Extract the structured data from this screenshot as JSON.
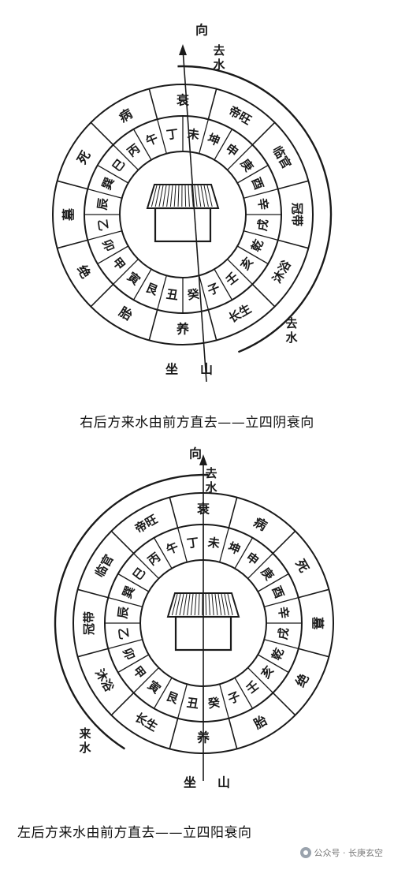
{
  "diagrams": [
    {
      "direction_label": "向",
      "exit_water_top": "去水",
      "exit_water_side": "去水",
      "sit_label": "坐",
      "mountain_label": "山",
      "outer_ring": [
        "衰",
        "帝旺",
        "临官",
        "冠带",
        "沐浴",
        "长生",
        "养",
        "胎",
        "绝",
        "墓",
        "死",
        "病"
      ],
      "inner_ring": [
        "丁",
        "未",
        "坤",
        "申",
        "庚",
        "酉",
        "辛",
        "戌",
        "乾",
        "亥",
        "壬",
        "子",
        "癸",
        "丑",
        "艮",
        "寅",
        "甲",
        "卯",
        "乙",
        "辰",
        "巽",
        "巳",
        "丙",
        "午"
      ],
      "caption": "右后方来水由前方直去——立四阴衰向"
    },
    {
      "direction_label": "向",
      "exit_water_top": "去水",
      "incoming_water_side": "来水",
      "sit_label": "坐",
      "mountain_label": "山",
      "outer_ring": [
        "衰",
        "病",
        "死",
        "墓",
        "绝",
        "胎",
        "养",
        "长生",
        "沐浴",
        "冠带",
        "临官",
        "帝旺"
      ],
      "inner_ring": [
        "丁",
        "未",
        "坤",
        "申",
        "庚",
        "酉",
        "辛",
        "戌",
        "乾",
        "亥",
        "壬",
        "子",
        "癸",
        "丑",
        "艮",
        "寅",
        "甲",
        "卯",
        "乙",
        "辰",
        "巽",
        "巳",
        "丙",
        "午"
      ],
      "caption": "左后方来水由前方直去——立四阳衰向"
    }
  ],
  "watermark": "公众号 · 长庚玄空",
  "colors": {
    "ink": "#1a1a1a",
    "paper": "#ffffff"
  }
}
